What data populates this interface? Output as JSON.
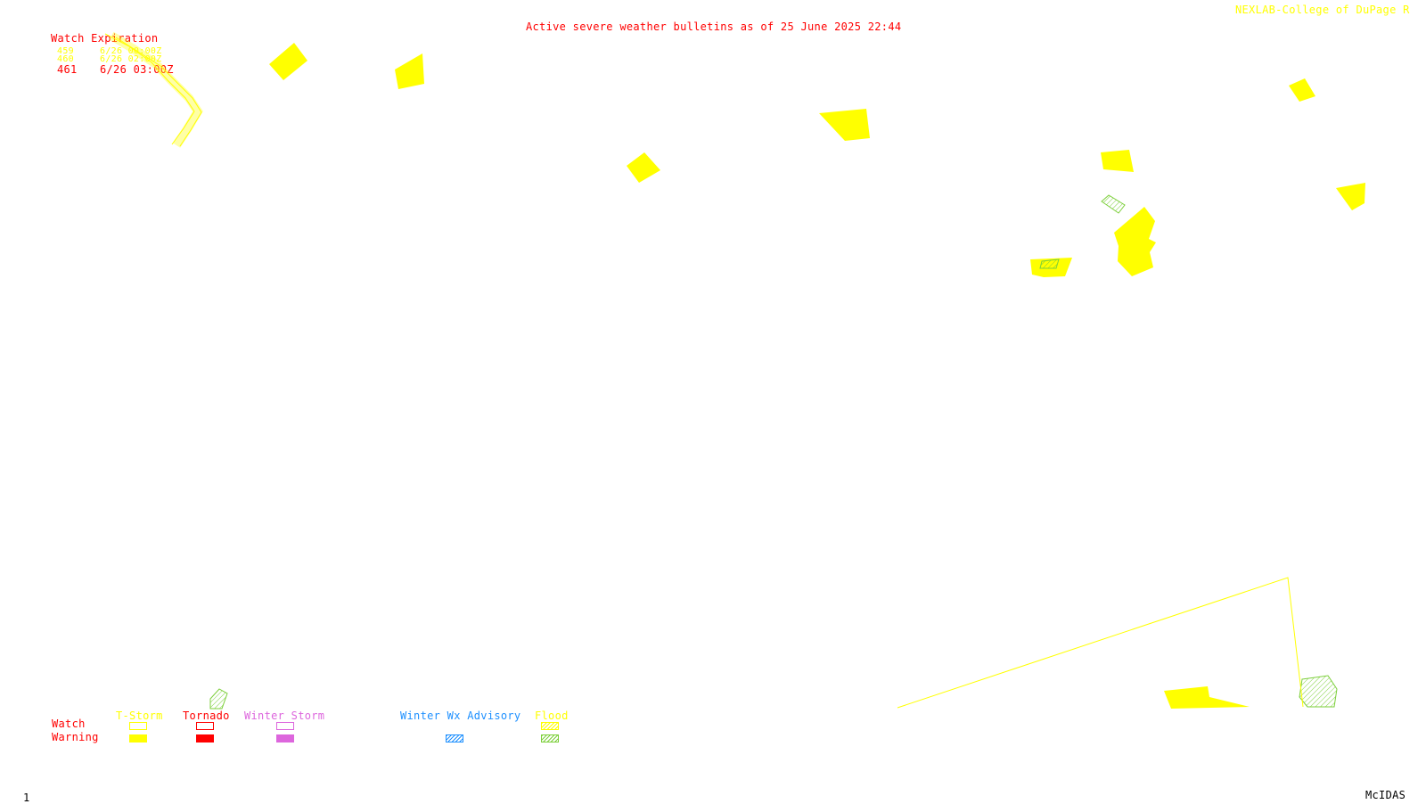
{
  "header": {
    "title": "Active severe weather bulletins as of 25 June 2025 22:44",
    "credit": "NEXLAB-College of DuPage R"
  },
  "watch_expiration": {
    "heading": "Watch Expiration",
    "rows": [
      {
        "number": "459",
        "time": "6/26 00:00Z",
        "color": "#ffff00"
      },
      {
        "number": "460",
        "time": "6/26 02:00Z",
        "color": "#ffff00"
      },
      {
        "number": "461",
        "time": "6/26 03:00Z",
        "color": "#ff0000"
      }
    ]
  },
  "legend": {
    "row_labels": {
      "watch": "Watch",
      "warning": "Warning"
    },
    "columns": [
      {
        "label": "T-Storm",
        "color": "#ffff00"
      },
      {
        "label": "Tornado",
        "color": "#ff0000"
      },
      {
        "label": "Winter Storm",
        "color": "#dd66dd"
      },
      {
        "label": "Winter Wx Advisory",
        "color": "#1e90ff"
      },
      {
        "label": "Flood",
        "color": "#ffff00"
      }
    ],
    "flood_warning_color": "#7ccf3a"
  },
  "footer": {
    "frame_number": "1",
    "software": "McIDAS"
  },
  "colors": {
    "tstorm": "#ffff00",
    "tornado": "#ff0000",
    "flood_warning": "#7ccf3a"
  }
}
